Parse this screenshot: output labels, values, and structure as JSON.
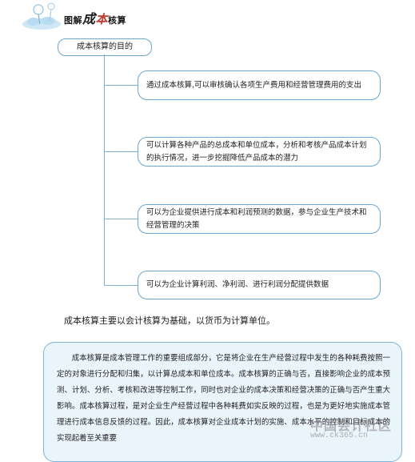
{
  "header": {
    "title_prefix": "图解",
    "title_big": "成",
    "title_red": "本",
    "title_suffix": "核算"
  },
  "diagram": {
    "root": "成本核算的目的",
    "nodes": [
      "通过成本核算,可以审核确认各项生产费用和经营管理费用的支出",
      "可以计算各种产品的总成本和单位成本，分析和考核产品成本计划的执行情况，进一步挖掘降低产品成本的潜力",
      "可以为企业提供进行成本和利润预测的数据，参与企业生产技术和经营管理的决策",
      "可以为企业计算利润、净利润、进行利润分配提供数据"
    ]
  },
  "summary": "成本核算主要以会计核算为基础，以货币为计算单位。",
  "note": "成本核算是成本管理工作的重要组成部分，它是将企业在生产经营过程中发生的各种耗费按照一定的对象进行分配和归集，以计算总成本和单位成本。成本核算的正确与否，直接影响企业的成本预测、计划、分析、考核和改进等控制工作，同时也对企业的成本决策和经营决策的正确与否产生重大影响。成本核算过程，是对企业生产经营过程中各种耗费如实反映的过程，也是为更好地实施成本管理进行成本信息反馈的过程。因此，成本核算对企业成本计划的实施、成本水平的控制和目标成本的实现起着至关重要",
  "watermark": {
    "text": "中国会计社区",
    "url": "www.ck365.cn"
  },
  "colors": {
    "border": "#6aa6cf",
    "note_bg": "#eaf4fb",
    "accent_red": "#c0392b"
  }
}
